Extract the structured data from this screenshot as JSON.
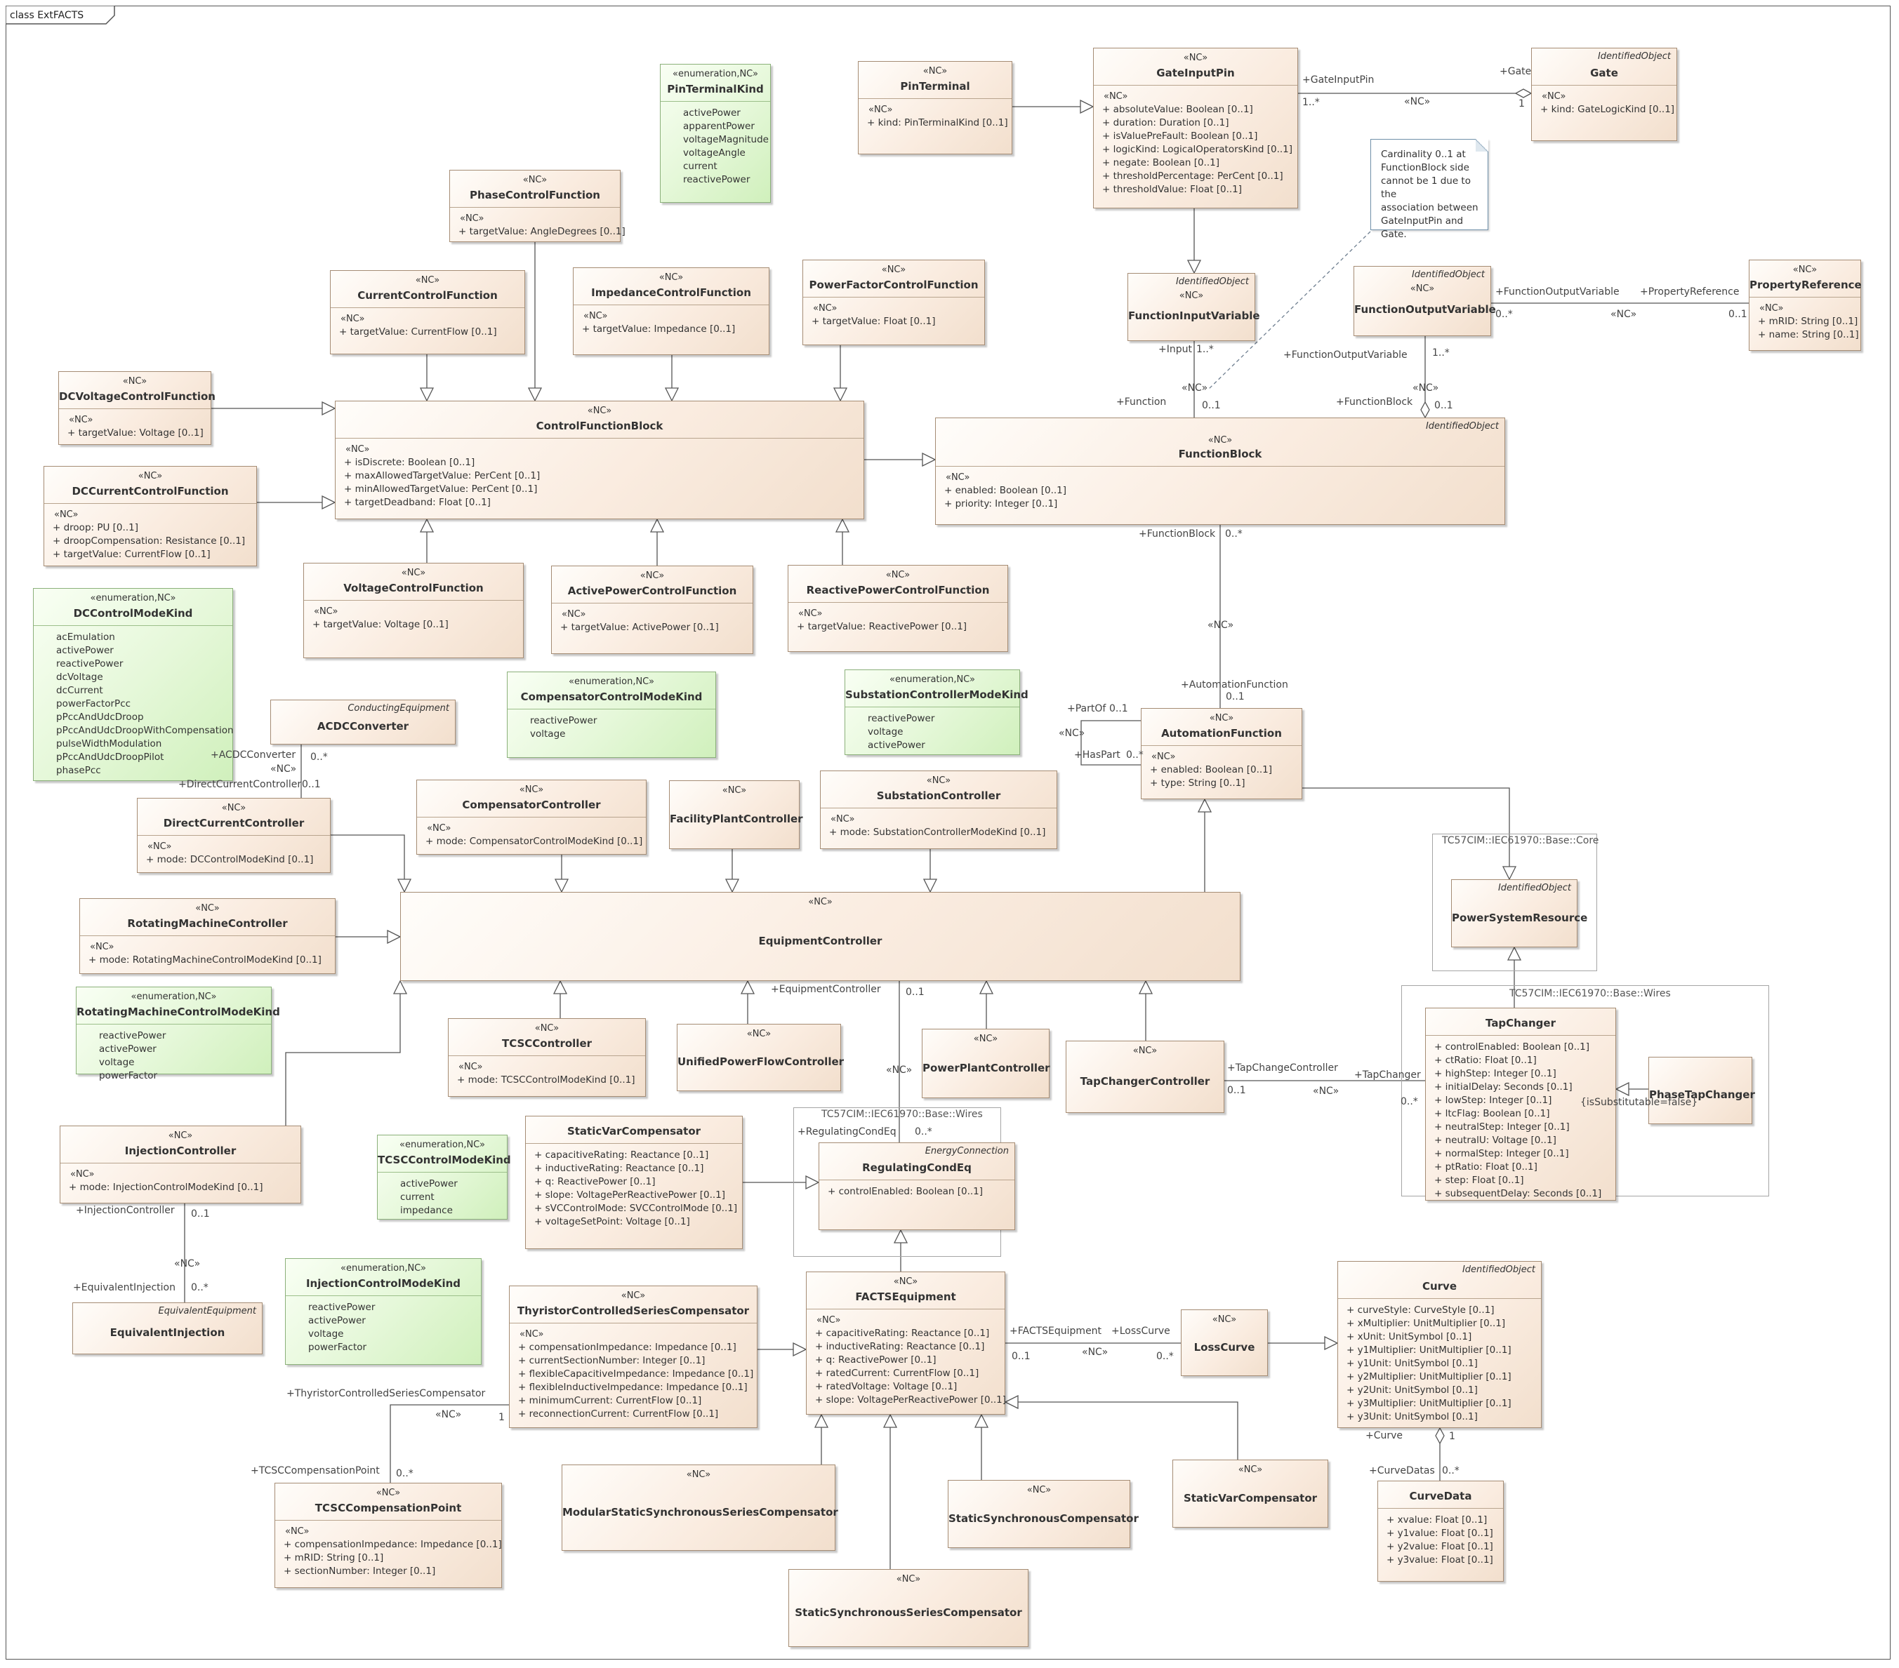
{
  "frame": {
    "title": "class ExtFACTS"
  },
  "packages": [
    {
      "id": "pkg-wires1",
      "label": "TC57CIM::IEC61970::Base::Wires"
    },
    {
      "id": "pkg-core",
      "label": "TC57CIM::IEC61970::Base::Core"
    },
    {
      "id": "pkg-wires2",
      "label": "TC57CIM::IEC61970::Base::Wires"
    }
  ],
  "classes": [
    {
      "id": "PinTerminalKind",
      "stereotype": "«enumeration,NC»",
      "name": "PinTerminalKind",
      "literals": [
        "activePower",
        "apparentPower",
        "voltageMagnitude",
        "voltageAngle",
        "current",
        "reactivePower"
      ]
    },
    {
      "id": "PinTerminal",
      "stereotype": "«NC»",
      "name": "PinTerminal",
      "attr_stereo": "«NC»",
      "attributes": [
        "+   kind: PinTerminalKind [0..1]"
      ]
    },
    {
      "id": "GateInputPin",
      "stereotype": "«NC»",
      "name": "GateInputPin",
      "attr_stereo": "«NC»",
      "attributes": [
        "+   absoluteValue: Boolean [0..1]",
        "+   duration: Duration [0..1]",
        "+   isValuePreFault: Boolean [0..1]",
        "+   logicKind: LogicalOperatorsKind [0..1]",
        "+   negate: Boolean [0..1]",
        "+   thresholdPercentage: PerCent [0..1]",
        "+   thresholdValue: Float [0..1]"
      ]
    },
    {
      "id": "Gate",
      "parent_stereo": "IdentifiedObject",
      "name": "Gate",
      "attr_stereo": "«NC»",
      "attributes": [
        "+   kind: GateLogicKind [0..1]"
      ]
    },
    {
      "id": "PhaseControlFunction",
      "stereotype": "«NC»",
      "name": "PhaseControlFunction",
      "attr_stereo": "«NC»",
      "attributes": [
        "+   targetValue: AngleDegrees [0..1]"
      ]
    },
    {
      "id": "CurrentControlFunction",
      "stereotype": "«NC»",
      "name": "CurrentControlFunction",
      "attr_stereo": "«NC»",
      "attributes": [
        "+   targetValue: CurrentFlow [0..1]"
      ]
    },
    {
      "id": "ImpedanceControlFunction",
      "stereotype": "«NC»",
      "name": "ImpedanceControlFunction",
      "attr_stereo": "«NC»",
      "attributes": [
        "+   targetValue: Impedance [0..1]"
      ]
    },
    {
      "id": "PowerFactorControlFunction",
      "stereotype": "«NC»",
      "name": "PowerFactorControlFunction",
      "attr_stereo": "«NC»",
      "attributes": [
        "+   targetValue: Float [0..1]"
      ]
    },
    {
      "id": "FunctionInputVariable",
      "parent_stereo": "IdentifiedObject",
      "stereotype": "«NC»",
      "name": "FunctionInputVariable"
    },
    {
      "id": "FunctionOutputVariable",
      "parent_stereo": "IdentifiedObject",
      "stereotype": "«NC»",
      "name": "FunctionOutputVariable"
    },
    {
      "id": "PropertyReference",
      "stereotype": "«NC»",
      "name": "PropertyReference",
      "attr_stereo": "«NC»",
      "attributes": [
        "+   mRID: String [0..1]",
        "+   name: String [0..1]"
      ]
    },
    {
      "id": "DCVoltageControlFunction",
      "stereotype": "«NC»",
      "name": "DCVoltageControlFunction",
      "attr_stereo": "«NC»",
      "attributes": [
        "+   targetValue: Voltage [0..1]"
      ]
    },
    {
      "id": "ControlFunctionBlock",
      "stereotype": "«NC»",
      "name": "ControlFunctionBlock",
      "attr_stereo": "«NC»",
      "attributes": [
        "+   isDiscrete: Boolean [0..1]",
        "+   maxAllowedTargetValue: PerCent [0..1]",
        "+   minAllowedTargetValue: PerCent [0..1]",
        "+   targetDeadband: Float [0..1]"
      ]
    },
    {
      "id": "FunctionBlock",
      "parent_stereo": "IdentifiedObject",
      "stereotype": "«NC»",
      "name": "FunctionBlock",
      "attr_stereo": "«NC»",
      "attributes": [
        "+   enabled: Boolean [0..1]",
        "+   priority: Integer [0..1]"
      ]
    },
    {
      "id": "DCCurrentControlFunction",
      "stereotype": "«NC»",
      "name": "DCCurrentControlFunction",
      "attr_stereo": "«NC»",
      "attributes": [
        "+   droop: PU [0..1]",
        "+   droopCompensation: Resistance [0..1]",
        "+   targetValue: CurrentFlow [0..1]"
      ]
    },
    {
      "id": "VoltageControlFunction",
      "stereotype": "«NC»",
      "name": "VoltageControlFunction",
      "attr_stereo": "«NC»",
      "attributes": [
        "+   targetValue: Voltage [0..1]"
      ]
    },
    {
      "id": "ActivePowerControlFunction",
      "stereotype": "«NC»",
      "name": "ActivePowerControlFunction",
      "attr_stereo": "«NC»",
      "attributes": [
        "+   targetValue: ActivePower [0..1]"
      ]
    },
    {
      "id": "ReactivePowerControlFunction",
      "stereotype": "«NC»",
      "name": "ReactivePowerControlFunction",
      "attr_stereo": "«NC»",
      "attributes": [
        "+   targetValue: ReactivePower [0..1]"
      ]
    },
    {
      "id": "DCControlModeKind",
      "stereotype": "«enumeration,NC»",
      "name": "DCControlModeKind",
      "literals": [
        "acEmulation",
        "activePower",
        "reactivePower",
        "dcVoltage",
        "dcCurrent",
        "powerFactorPcc",
        "pPccAndUdcDroop",
        "pPccAndUdcDroopWithCompensation",
        "pulseWidthModulation",
        "pPccAndUdcDroopPilot",
        "phasePcc"
      ]
    },
    {
      "id": "CompensatorControlModeKind",
      "stereotype": "«enumeration,NC»",
      "name": "CompensatorControlModeKind",
      "literals": [
        "reactivePower",
        "voltage"
      ]
    },
    {
      "id": "SubstationControllerModeKind",
      "stereotype": "«enumeration,NC»",
      "name": "SubstationControllerModeKind",
      "literals": [
        "reactivePower",
        "voltage",
        "activePower"
      ]
    },
    {
      "id": "ACDCConverter",
      "parent_stereo": "ConductingEquipment",
      "name": "ACDCConverter"
    },
    {
      "id": "AutomationFunction",
      "stereotype": "«NC»",
      "name": "AutomationFunction",
      "attr_stereo": "«NC»",
      "attributes": [
        "+   enabled: Boolean [0..1]",
        "+   type: String [0..1]"
      ]
    },
    {
      "id": "DirectCurrentController",
      "stereotype": "«NC»",
      "name": "DirectCurrentController",
      "attr_stereo": "«NC»",
      "attributes": [
        "+   mode: DCControlModeKind [0..1]"
      ]
    },
    {
      "id": "CompensatorController",
      "stereotype": "«NC»",
      "name": "CompensatorController",
      "attr_stereo": "«NC»",
      "attributes": [
        "+   mode: CompensatorControlModeKind [0..1]"
      ]
    },
    {
      "id": "FacilityPlantController",
      "stereotype": "«NC»",
      "name": "FacilityPlantController"
    },
    {
      "id": "SubstationController",
      "stereotype": "«NC»",
      "name": "SubstationController",
      "attr_stereo": "«NC»",
      "attributes": [
        "+   mode: SubstationControllerModeKind [0..1]"
      ]
    },
    {
      "id": "PowerSystemResource",
      "parent_stereo": "IdentifiedObject",
      "name": "PowerSystemResource"
    },
    {
      "id": "RotatingMachineController",
      "stereotype": "«NC»",
      "name": "RotatingMachineController",
      "attr_stereo": "«NC»",
      "attributes": [
        "+   mode: RotatingMachineControlModeKind [0..1]"
      ]
    },
    {
      "id": "EquipmentController",
      "stereotype": "«NC»",
      "name": "EquipmentController"
    },
    {
      "id": "RotatingMachineControlModeKind",
      "stereotype": "«enumeration,NC»",
      "name": "RotatingMachineControlModeKind",
      "literals": [
        "reactivePower",
        "activePower",
        "voltage",
        "powerFactor"
      ]
    },
    {
      "id": "TCSCController",
      "stereotype": "«NC»",
      "name": "TCSCController",
      "attr_stereo": "«NC»",
      "attributes": [
        "+   mode: TCSCControlModeKind [0..1]"
      ]
    },
    {
      "id": "UnifiedPowerFlowController",
      "stereotype": "«NC»",
      "name": "UnifiedPowerFlowController"
    },
    {
      "id": "PowerPlantController",
      "stereotype": "«NC»",
      "name": "PowerPlantController"
    },
    {
      "id": "TapChangerController",
      "stereotype": "«NC»",
      "name": "TapChangerController"
    },
    {
      "id": "TapChanger",
      "name": "TapChanger",
      "attributes": [
        "+   controlEnabled: Boolean [0..1]",
        "+   ctRatio: Float [0..1]",
        "+   highStep: Integer [0..1]",
        "+   initialDelay: Seconds [0..1]",
        "+   lowStep: Integer [0..1]",
        "+   ltcFlag: Boolean [0..1]",
        "+   neutralStep: Integer [0..1]",
        "+   neutralU: Voltage [0..1]",
        "+   normalStep: Integer [0..1]",
        "+   ptRatio: Float [0..1]",
        "+   step: Float [0..1]",
        "+   subsequentDelay: Seconds [0..1]"
      ]
    },
    {
      "id": "PhaseTapChanger",
      "name": "PhaseTapChanger"
    },
    {
      "id": "InjectionController",
      "stereotype": "«NC»",
      "name": "InjectionController",
      "attr_stereo": "«NC»",
      "attributes": [
        "+   mode: InjectionControlModeKind [0..1]"
      ]
    },
    {
      "id": "TCSCControlModeKind",
      "stereotype": "«enumeration,NC»",
      "name": "TCSCControlModeKind",
      "literals": [
        "activePower",
        "current",
        "impedance"
      ]
    },
    {
      "id": "StaticVarCompensator1",
      "name": "StaticVarCompensator",
      "attributes": [
        "+   capacitiveRating: Reactance [0..1]",
        "+   inductiveRating: Reactance [0..1]",
        "+   q: ReactivePower [0..1]",
        "+   slope: VoltagePerReactivePower [0..1]",
        "+   sVCControlMode: SVCControlMode [0..1]",
        "+   voltageSetPoint: Voltage [0..1]"
      ]
    },
    {
      "id": "RegulatingCondEq",
      "parent_stereo": "EnergyConnection",
      "name": "RegulatingCondEq",
      "attributes": [
        "+   controlEnabled: Boolean [0..1]"
      ]
    },
    {
      "id": "EquivalentInjection",
      "parent_stereo": "EquivalentEquipment",
      "name": "EquivalentInjection"
    },
    {
      "id": "InjectionControlModeKind",
      "stereotype": "«enumeration,NC»",
      "name": "InjectionControlModeKind",
      "literals": [
        "reactivePower",
        "activePower",
        "voltage",
        "powerFactor"
      ]
    },
    {
      "id": "TCSC",
      "stereotype": "«NC»",
      "name": "ThyristorControlledSeriesCompensator",
      "attr_stereo": "«NC»",
      "attributes": [
        "+   compensationImpedance: Impedance [0..1]",
        "+   currentSectionNumber: Integer [0..1]",
        "+   flexibleCapacitiveImpedance: Impedance [0..1]",
        "+   flexibleInductiveImpedance: Impedance [0..1]",
        "+   minimumCurrent: CurrentFlow [0..1]",
        "+   reconnectionCurrent: CurrentFlow [0..1]"
      ]
    },
    {
      "id": "FACTSEquipment",
      "stereotype": "«NC»",
      "name": "FACTSEquipment",
      "attr_stereo": "«NC»",
      "attributes": [
        "+   capacitiveRating: Reactance [0..1]",
        "+   inductiveRating: Reactance [0..1]",
        "+   q: ReactivePower [0..1]",
        "+   ratedCurrent: CurrentFlow [0..1]",
        "+   ratedVoltage: Voltage [0..1]",
        "+   slope: VoltagePerReactivePower [0..1]"
      ]
    },
    {
      "id": "LossCurve",
      "stereotype": "«NC»",
      "name": "LossCurve"
    },
    {
      "id": "Curve",
      "parent_stereo": "IdentifiedObject",
      "name": "Curve",
      "attributes": [
        "+   curveStyle: CurveStyle [0..1]",
        "+   xMultiplier: UnitMultiplier [0..1]",
        "+   xUnit: UnitSymbol [0..1]",
        "+   y1Multiplier: UnitMultiplier [0..1]",
        "+   y1Unit: UnitSymbol [0..1]",
        "+   y2Multiplier: UnitMultiplier [0..1]",
        "+   y2Unit: UnitSymbol [0..1]",
        "+   y3Multiplier: UnitMultiplier [0..1]",
        "+   y3Unit: UnitSymbol [0..1]"
      ]
    },
    {
      "id": "TCSCCompensationPoint",
      "stereotype": "«NC»",
      "name": "TCSCCompensationPoint",
      "attr_stereo": "«NC»",
      "attributes": [
        "+   compensationImpedance: Impedance [0..1]",
        "+   mRID: String [0..1]",
        "+   sectionNumber: Integer [0..1]"
      ]
    },
    {
      "id": "MSSSC",
      "stereotype": "«NC»",
      "name": "ModularStaticSynchronousSeriesCompensator"
    },
    {
      "id": "StaticSynchronousCompensator",
      "stereotype": "«NC»",
      "name": "StaticSynchronousCompensator"
    },
    {
      "id": "StaticVarCompensator2",
      "stereotype": "«NC»",
      "name": "StaticVarCompensator"
    },
    {
      "id": "CurveData",
      "name": "CurveData",
      "attributes": [
        "+   xvalue: Float [0..1]",
        "+   y1value: Float [0..1]",
        "+   y2value: Float [0..1]",
        "+   y3value: Float [0..1]"
      ]
    },
    {
      "id": "SSSC",
      "stereotype": "«NC»",
      "name": "StaticSynchronousSeriesCompensator"
    }
  ],
  "note": {
    "lines": [
      "Cardinality 0..1 at",
      "FunctionBlock side",
      "cannot be 1 due to the",
      "association between",
      "GateInputPin and Gate."
    ]
  },
  "labels": [
    "+GateInputPin",
    "1..*",
    "«NC»",
    "+Gate",
    "1",
    "+Input",
    "1..*",
    "«NC»",
    "+Function",
    "0..1",
    "+FunctionOutputVariable",
    "0..*",
    "«NC»",
    "+PropertyReference",
    "0..1",
    "+FunctionOutputVariable",
    "1..*",
    "«NC»",
    "+FunctionBlock",
    "0..1",
    "+FunctionBlock",
    "0..*",
    "«NC»",
    "+AutomationFunction",
    "0..1",
    "+PartOf",
    "0..1",
    "«NC»",
    "+HasPart",
    "0..*",
    "+ACDCConverter",
    "0..*",
    "«NC»",
    "+DirectCurrentController",
    "0..1",
    "+EquipmentController",
    "0..1",
    "«NC»",
    "+RegulatingCondEq",
    "0..*",
    "+TapChangeController",
    "0..1",
    "«NC»",
    "+TapChanger",
    "0..*",
    "{isSubstitutable=false}",
    "+InjectionController",
    "0..1",
    "«NC»",
    "+EquivalentInjection",
    "0..*",
    "+ThyristorControlledSeriesCompensator",
    "«NC»",
    "1",
    "+TCSCCompensationPoint",
    "0..*",
    "+FACTSEquipment",
    "0..1",
    "+LossCurve",
    "«NC»",
    "0..*",
    "+Curve",
    "1",
    "+CurveDatas",
    "0..*"
  ]
}
